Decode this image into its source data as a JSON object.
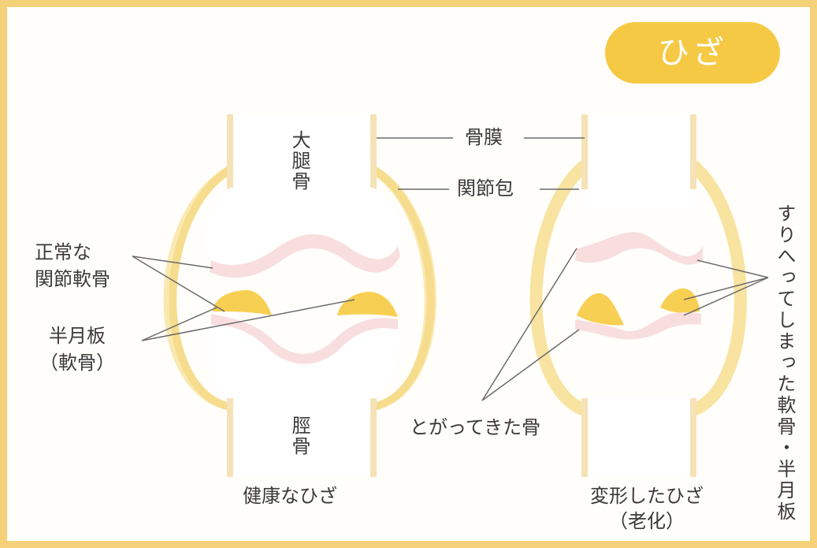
{
  "title": "ひざ",
  "labels": {
    "femur": "大腿骨",
    "tibia": "脛骨",
    "periosteum": "骨膜",
    "joint_capsule": "関節包",
    "normal_cartilage_line1": "正常な",
    "normal_cartilage_line2": "関節軟骨",
    "meniscus_line1": "半月板",
    "meniscus_line2": "（軟骨）",
    "osteophyte": "とがってきた骨",
    "worn_cartilage": "すりへってしまった軟骨・半月板",
    "healthy_knee": "健康なひざ",
    "deformed_knee_line1": "変形したひざ",
    "deformed_knee_line2": "（老化）"
  },
  "colors": {
    "frame": "#f5d27a",
    "badge": "#f6c945",
    "bone_outline": "#f3e6c7",
    "capsule": "#f8e8a6",
    "cartilage": "#f7dede",
    "meniscus": "#f7cf52",
    "leader_line": "#6b6b6b"
  }
}
